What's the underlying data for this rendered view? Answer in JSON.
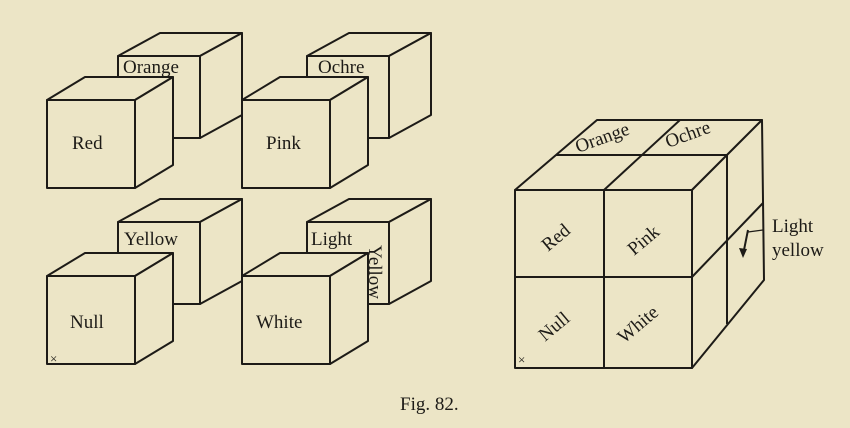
{
  "figure": {
    "caption": "Fig. 82.",
    "separate_cubes": {
      "orange": "Orange",
      "ochre": "Ochre",
      "red": "Red",
      "pink": "Pink",
      "yellow": "Yellow",
      "light": "Light",
      "light_yellow_side": "Yellow",
      "null": "Null",
      "white": "White",
      "origin_mark": "×"
    },
    "assembled_cube": {
      "orange": "Orange",
      "ochre": "Ochre",
      "red": "Red",
      "pink": "Pink",
      "null": "Null",
      "white": "White",
      "light_label_line1": "Light",
      "light_label_line2": "yellow",
      "origin_mark": "×"
    }
  }
}
